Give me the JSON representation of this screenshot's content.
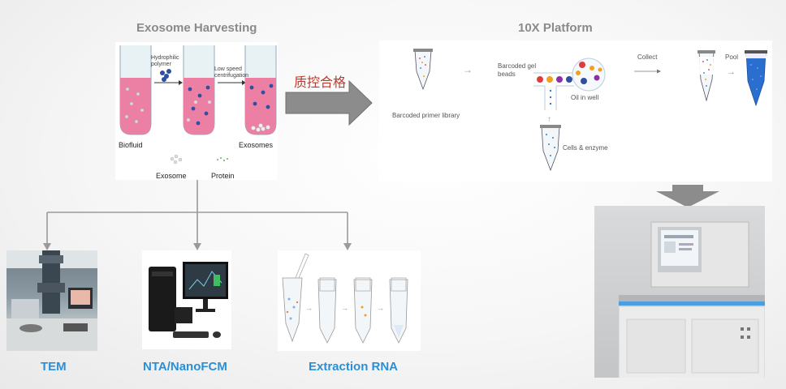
{
  "harvest": {
    "title": "Exosome Harvesting",
    "polymer_label": "Hydrophilic polymer",
    "centrifuge_label": "Low speed centrifugation",
    "biofluid": "Biofluid",
    "exosomes": "Exosomes",
    "legend_exosome": "Exosome",
    "legend_protein": "Protein"
  },
  "qc_label": "质控合格",
  "platform": {
    "title": "10X Platform",
    "barcoded_primer": "Barcoded primer library",
    "barcoded_gel": "Barcoded gel beads",
    "oil_in_well": "Oil in well",
    "cells_enzyme": "Cells & enzyme",
    "collect": "Collect",
    "pool": "Pool"
  },
  "methods": {
    "tem": "TEM",
    "nta": "NTA/NanoFCM",
    "rna": "Extraction RNA"
  },
  "colors": {
    "accent_blue": "#2a8fd6",
    "fluid_pink": "#ec7fa4",
    "qc_red": "#c0392b"
  }
}
